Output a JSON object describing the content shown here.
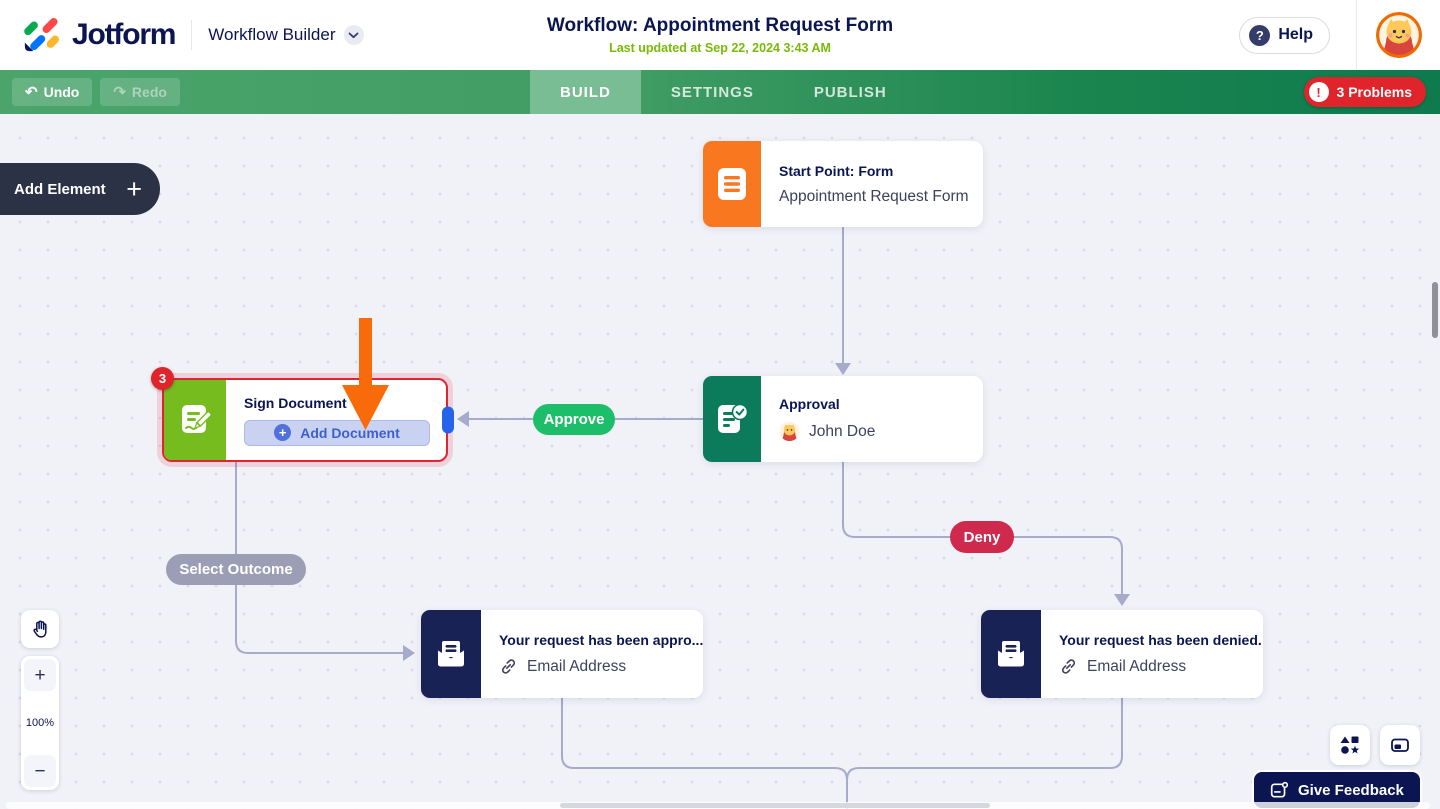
{
  "header": {
    "logo_text": "Jotform",
    "product_name": "Workflow Builder",
    "title": "Workflow: Appointment Request Form",
    "last_updated": "Last updated at Sep 22, 2024 3:43 AM",
    "help_label": "Help"
  },
  "toolbar": {
    "undo_label": "Undo",
    "redo_label": "Redo",
    "tabs": [
      {
        "label": "BUILD",
        "active": true
      },
      {
        "label": "SETTINGS",
        "active": false
      },
      {
        "label": "PUBLISH",
        "active": false
      }
    ],
    "problems_label": "3 Problems"
  },
  "canvas": {
    "add_element_label": "Add Element",
    "zoom": {
      "in": "+",
      "level": "100%",
      "out": "−"
    },
    "nodes": {
      "start": {
        "title": "Start Point: Form",
        "subtitle": "Appointment Request Form"
      },
      "approval": {
        "title": "Approval",
        "assignee": "John Doe"
      },
      "sign": {
        "title": "Sign Document",
        "badge": "3",
        "action_label": "Add Document"
      },
      "email_approved": {
        "title": "Your request has been appro...",
        "subtitle": "Email Address"
      },
      "email_denied": {
        "title": "Your request has been denied.",
        "subtitle": "Email Address"
      }
    },
    "branch_labels": {
      "approve": "Approve",
      "deny": "Deny",
      "select_outcome": "Select Outcome"
    }
  },
  "footer": {
    "feedback_label": "Give Feedback"
  },
  "colors": {
    "brand_navy": "#0A1551",
    "updated_green": "#78BB07",
    "toolbar_green_left": "#4BA56B",
    "toolbar_green_right": "#0E7A4E",
    "active_tab_green": "#79BD95",
    "problem_red": "#E0242B",
    "start_orange": "#F9771E",
    "approval_green": "#0C7B5B",
    "sign_lime": "#77BC1F",
    "email_navy": "#192254",
    "approve_pill": "#1DBE69",
    "deny_pill": "#D0294E",
    "outcome_pill": "#9B9EB5",
    "connector": "#A6AACB",
    "port_blue": "#2563EB",
    "cursor_orange": "#F96A0B",
    "error_border_red": "#E02431",
    "action_button_bg": "#C9D3F1",
    "action_button_text": "#3E5FD0"
  }
}
